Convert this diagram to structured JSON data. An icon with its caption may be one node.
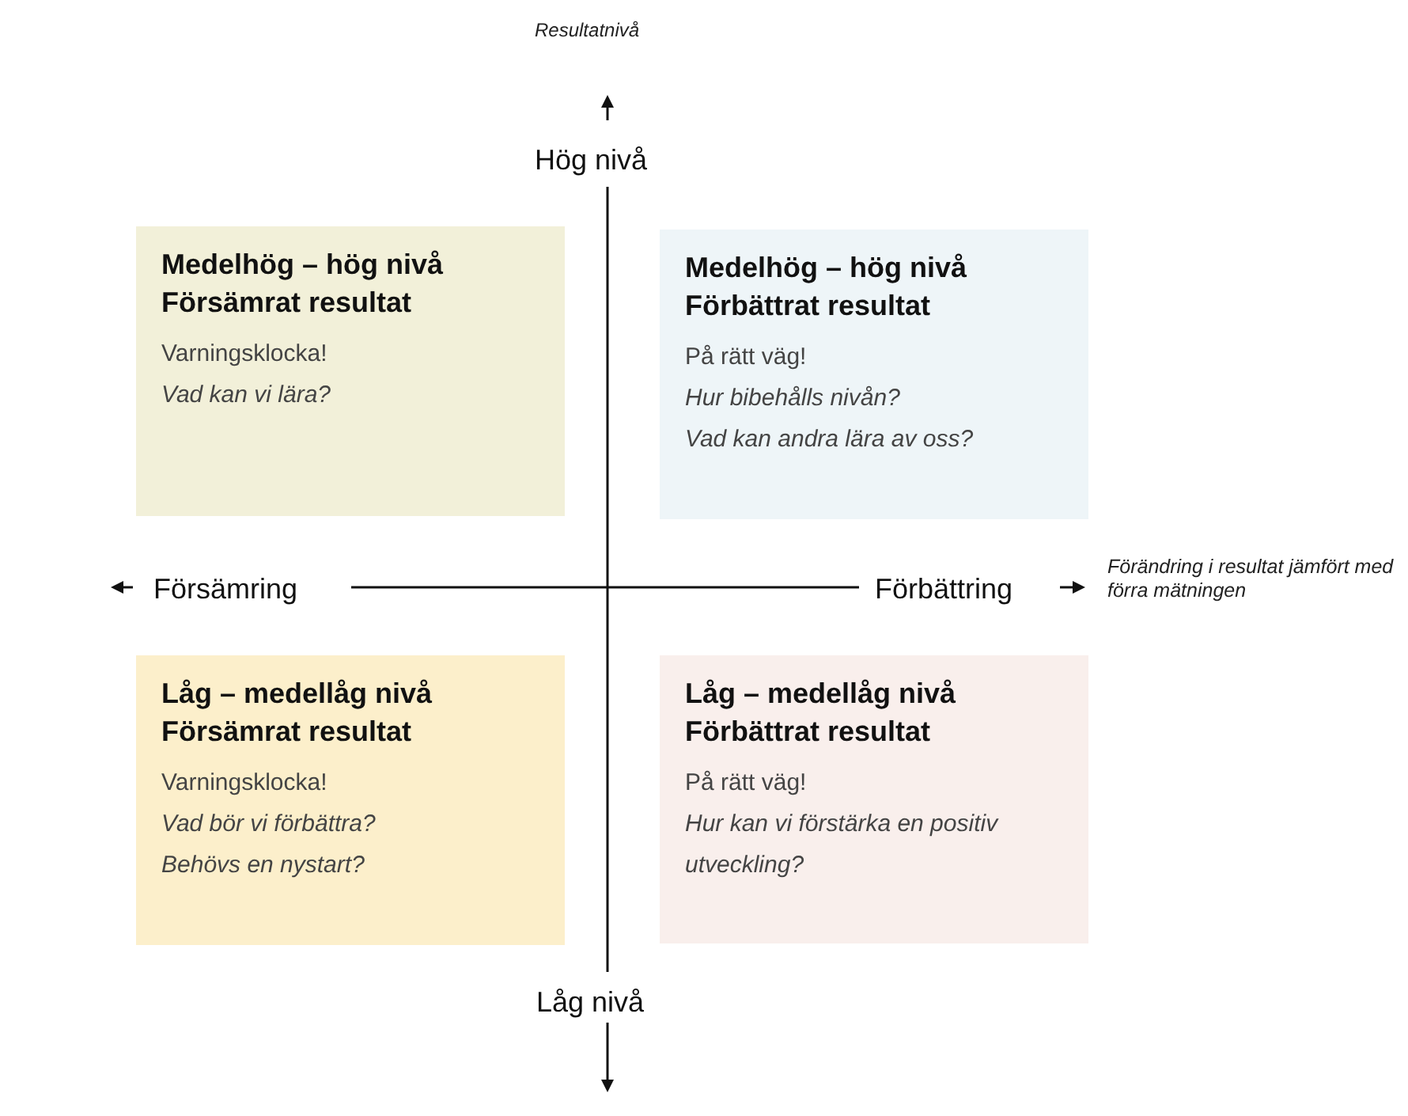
{
  "diagram": {
    "nodes": [
      {
        "text": [
          "Medelhög – hög nivå",
          "Försämrat resultat",
          "Varningsklocka!",
          "Vad kan vi lära?"
        ]
      },
      {
        "text": [
          "Medelhög – hög nivå",
          "Förbättrat resultat",
          "På rätt väg!",
          "Hur bibehålls nivån?",
          "Vad kan andra lära av oss?"
        ]
      },
      {
        "text": [
          "Låg – medellåg nivå",
          "Försämrat resultat",
          "Varningsklocka!",
          "Vad bör vi förbättra?",
          "Behövs en nystart?"
        ]
      },
      {
        "text": [
          "Låg – medellåg nivå",
          "Förbättrat resultat",
          "På rätt väg!",
          "Hur kan vi förstärka en positiv utveckling?"
        ]
      }
    ],
    "labels": [
      "Resultatnivå",
      "Hög nivå",
      "Försämring",
      "Förbättring",
      "Förändring i resultat jämfört med förra mätningen",
      "Låg nivå"
    ]
  }
}
